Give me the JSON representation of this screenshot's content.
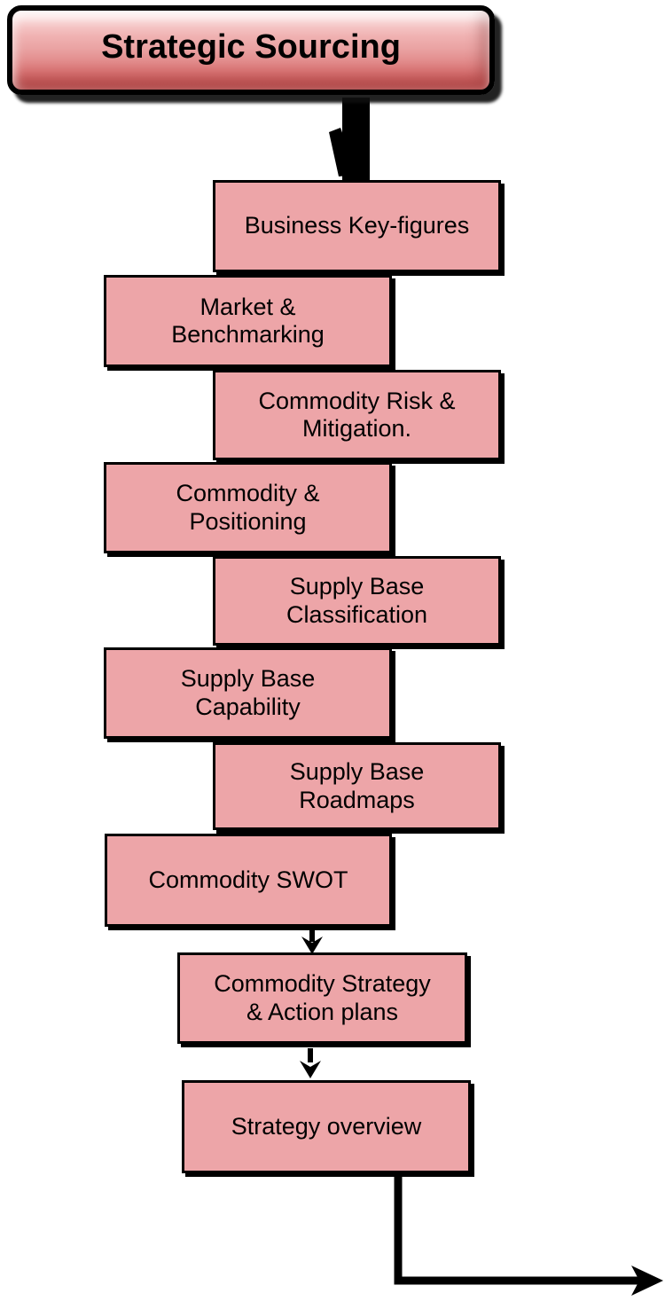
{
  "diagram": {
    "title": "Strategic Sourcing",
    "steps": [
      {
        "id": "business-key-figures",
        "label": "Business Key-figures",
        "column": "right"
      },
      {
        "id": "market-benchmarking",
        "label": "Market &\nBenchmarking",
        "column": "left"
      },
      {
        "id": "commodity-risk-mitigation",
        "label": "Commodity Risk &\nMitigation.",
        "column": "right"
      },
      {
        "id": "commodity-positioning",
        "label": "Commodity &\nPositioning",
        "column": "left"
      },
      {
        "id": "supply-base-classification",
        "label": "Supply Base\nClassification",
        "column": "right"
      },
      {
        "id": "supply-base-capability",
        "label": "Supply Base\nCapability",
        "column": "left"
      },
      {
        "id": "supply-base-roadmaps",
        "label": "Supply Base\nRoadmaps",
        "column": "right"
      },
      {
        "id": "commodity-swot",
        "label": "Commodity SWOT",
        "column": "left"
      },
      {
        "id": "commodity-strategy-action-plans",
        "label": "Commodity Strategy\n& Action plans",
        "column": "center"
      },
      {
        "id": "strategy-overview",
        "label": "Strategy overview",
        "column": "center"
      }
    ],
    "connectors": [
      {
        "id": "title-to-first-step",
        "type": "thick-bar-arrow"
      },
      {
        "id": "swot-to-strategy",
        "type": "arrow-down"
      },
      {
        "id": "strategy-to-overview",
        "type": "arrow-down"
      },
      {
        "id": "overview-exit",
        "type": "elbow-arrow-right"
      }
    ],
    "colors": {
      "step_fill": "#eda5a8",
      "step_border": "#000000",
      "connector": "#000000",
      "title_gradient_top": "#fdeeee",
      "title_gradient_bottom": "#cd5454",
      "background": "#ffffff"
    }
  }
}
